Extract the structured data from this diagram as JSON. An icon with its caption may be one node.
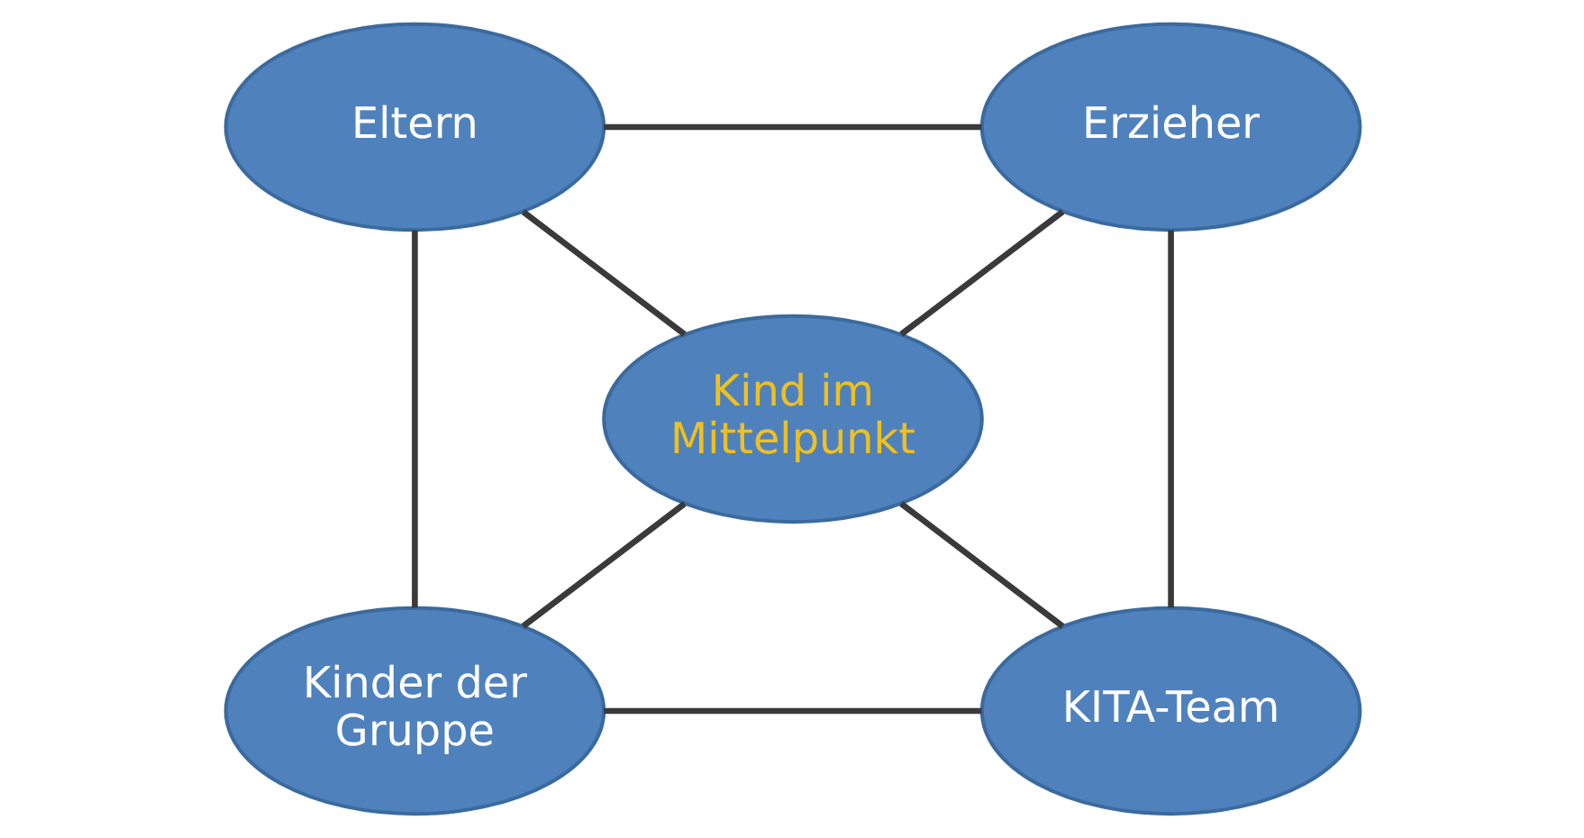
{
  "diagram": {
    "nodes": [
      {
        "text": [
          "Eltern"
        ]
      },
      {
        "text": [
          "Erzieher"
        ]
      },
      {
        "text": [
          "Kind im Mittelpunkt"
        ]
      },
      {
        "text": [
          "Kinder der Gruppe"
        ]
      },
      {
        "text": [
          "KITA-Team"
        ]
      }
    ],
    "edges": [
      {
        "from": 0,
        "to": 1,
        "arrow": "none"
      },
      {
        "from": 0,
        "to": 2,
        "arrow": "none"
      },
      {
        "from": 1,
        "to": 2,
        "arrow": "none"
      },
      {
        "from": 0,
        "to": 3,
        "arrow": "none"
      },
      {
        "from": 1,
        "to": 4,
        "arrow": "none"
      },
      {
        "from": 3,
        "to": 2,
        "arrow": "none"
      },
      {
        "from": 2,
        "to": 4,
        "arrow": "none"
      },
      {
        "from": 3,
        "to": 4,
        "arrow": "none"
      }
    ]
  }
}
